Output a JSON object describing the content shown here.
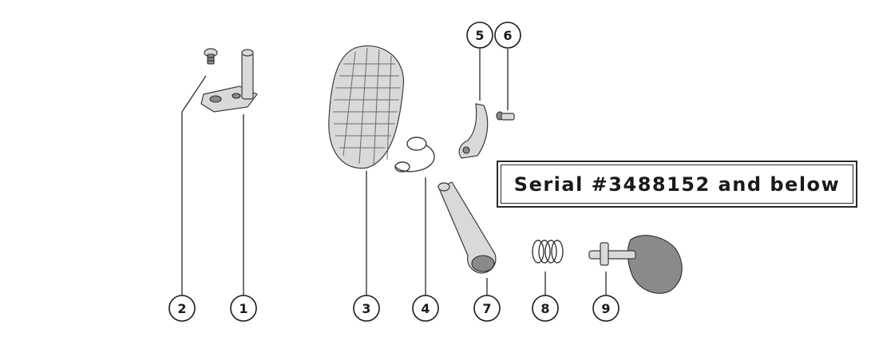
{
  "serial_note": "Serial #3488152 and below",
  "callouts": [
    {
      "id": "2",
      "label": "2"
    },
    {
      "id": "1",
      "label": "1"
    },
    {
      "id": "3",
      "label": "3"
    },
    {
      "id": "4",
      "label": "4"
    },
    {
      "id": "7",
      "label": "7"
    },
    {
      "id": "8",
      "label": "8"
    },
    {
      "id": "9",
      "label": "9"
    },
    {
      "id": "5",
      "label": "5"
    },
    {
      "id": "6",
      "label": "6"
    }
  ]
}
